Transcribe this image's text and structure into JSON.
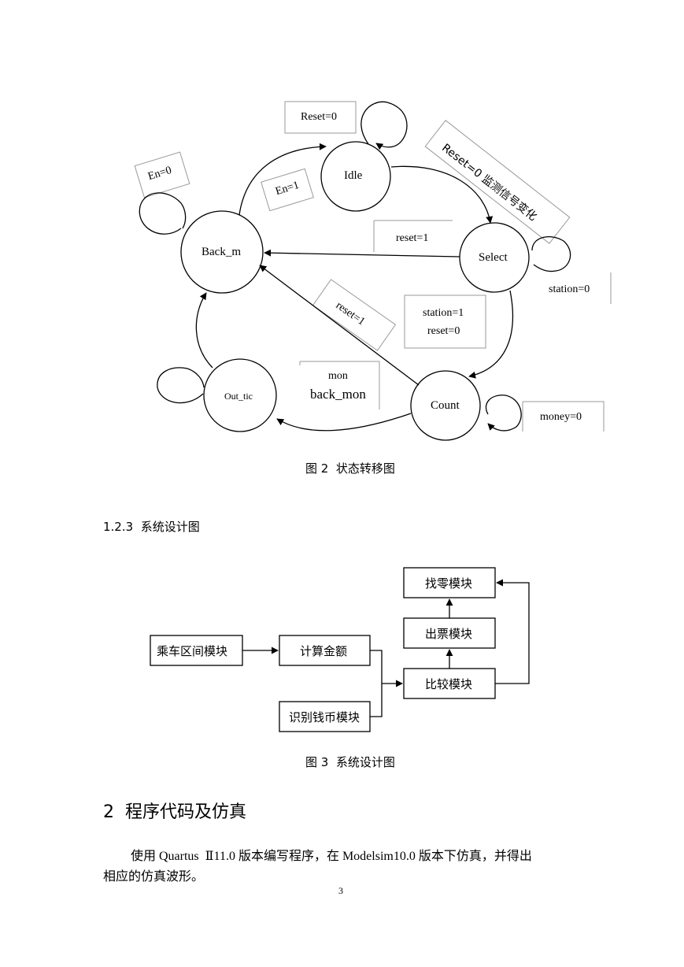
{
  "state_diagram": {
    "states": {
      "idle": "Idle",
      "back_m": "Back_m",
      "select": "Select",
      "count": "Count",
      "out_tic": "Out_tic"
    },
    "labels": {
      "reset0_idle": "Reset=0",
      "en0": "En=0",
      "en1": "En=1",
      "reset0_monitor": "Reset=0 监测信号变化",
      "reset1_select": "reset=1",
      "station0": "station=0",
      "reset1_count": "reset=1",
      "station1": "station=1",
      "reset0_count": "reset=0",
      "mon": "mon",
      "back_mon": "back_mon",
      "money0": "money=0"
    },
    "caption": "图 2  状态转移图"
  },
  "section_123": {
    "heading": "1.2.3  系统设计图"
  },
  "system_diagram": {
    "blocks": {
      "zone": "乘车区间模块",
      "calc": "计算金额",
      "coin": "识别钱币模块",
      "compare": "比较模块",
      "ticket": "出票模块",
      "change": "找零模块"
    },
    "caption": "图 3  系统设计图"
  },
  "section_2": {
    "heading": "2  程序代码及仿真",
    "paragraph_line1": "使用 Quartus  Ⅱ11.0 版本编写程序，在 Modelsim10.0 版本下仿真，并得出",
    "paragraph_line2": "相应的仿真波形。"
  },
  "page_number": "3"
}
